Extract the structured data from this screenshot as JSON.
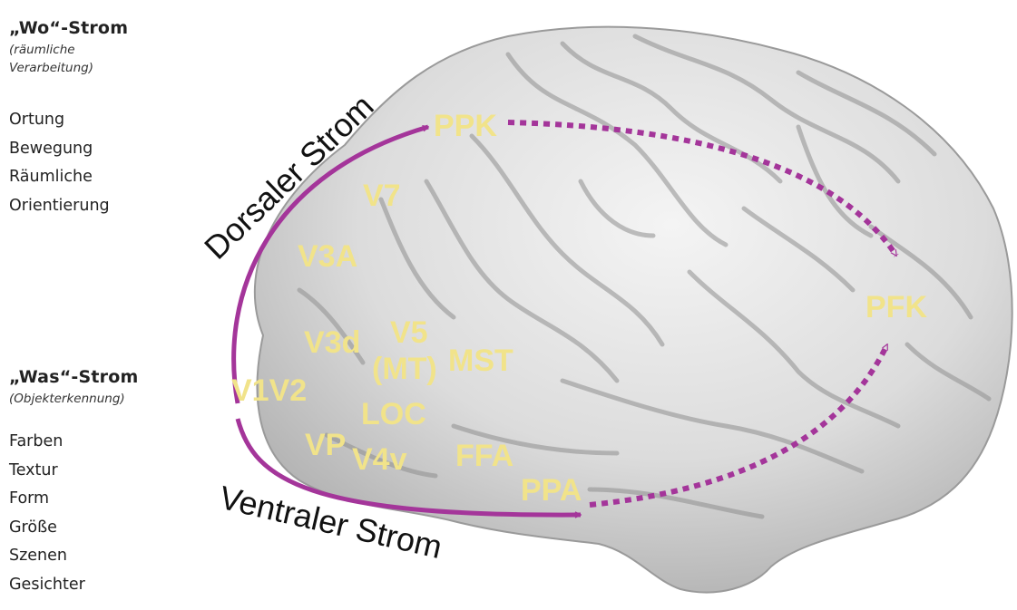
{
  "where_stream": {
    "title": "„Wo“-Strom",
    "subtitle": "(räumliche Verarbeitung)",
    "items": [
      "Ortung",
      "Bewegung",
      "Räumliche",
      "Orientierung"
    ]
  },
  "what_stream": {
    "title": "„Was“-Strom",
    "subtitle": "(Objekterkennung)",
    "items": [
      "Farben",
      "Textur",
      "Form",
      "Größe",
      "Szenen",
      "Gesichter"
    ]
  },
  "diagram": {
    "dorsal_label": "Dorsaler Strom",
    "ventral_label": "Ventraler Strom",
    "areas": {
      "ppk": "PPK",
      "v7": "V7",
      "v3a": "V3A",
      "v3d": "V3d",
      "v5": "V5",
      "mt": "(MT)",
      "mst": "MST",
      "v1v2": "V1V2",
      "loc": "LOC",
      "vp": "VP",
      "v4v": "V4v",
      "ffa": "FFA",
      "ppa": "PPA",
      "pfk": "PFK"
    },
    "colors": {
      "arrow": "#a4359a",
      "area_label": "#f1e38a",
      "brain_fill": "#d9d9d9"
    }
  }
}
